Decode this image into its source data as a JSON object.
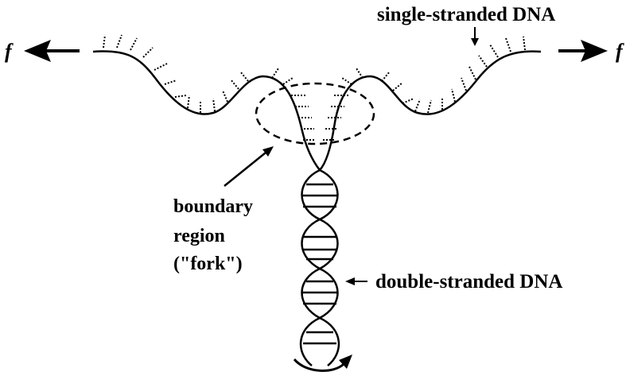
{
  "labels": {
    "single_stranded": "single-stranded DNA",
    "double_stranded": "double-stranded DNA",
    "boundary_line1": "boundary",
    "boundary_line2": "region",
    "boundary_line3": "(\"fork\")",
    "force_left": "f",
    "force_right": "f"
  },
  "colors": {
    "ink": "#000000",
    "background": "#ffffff"
  }
}
